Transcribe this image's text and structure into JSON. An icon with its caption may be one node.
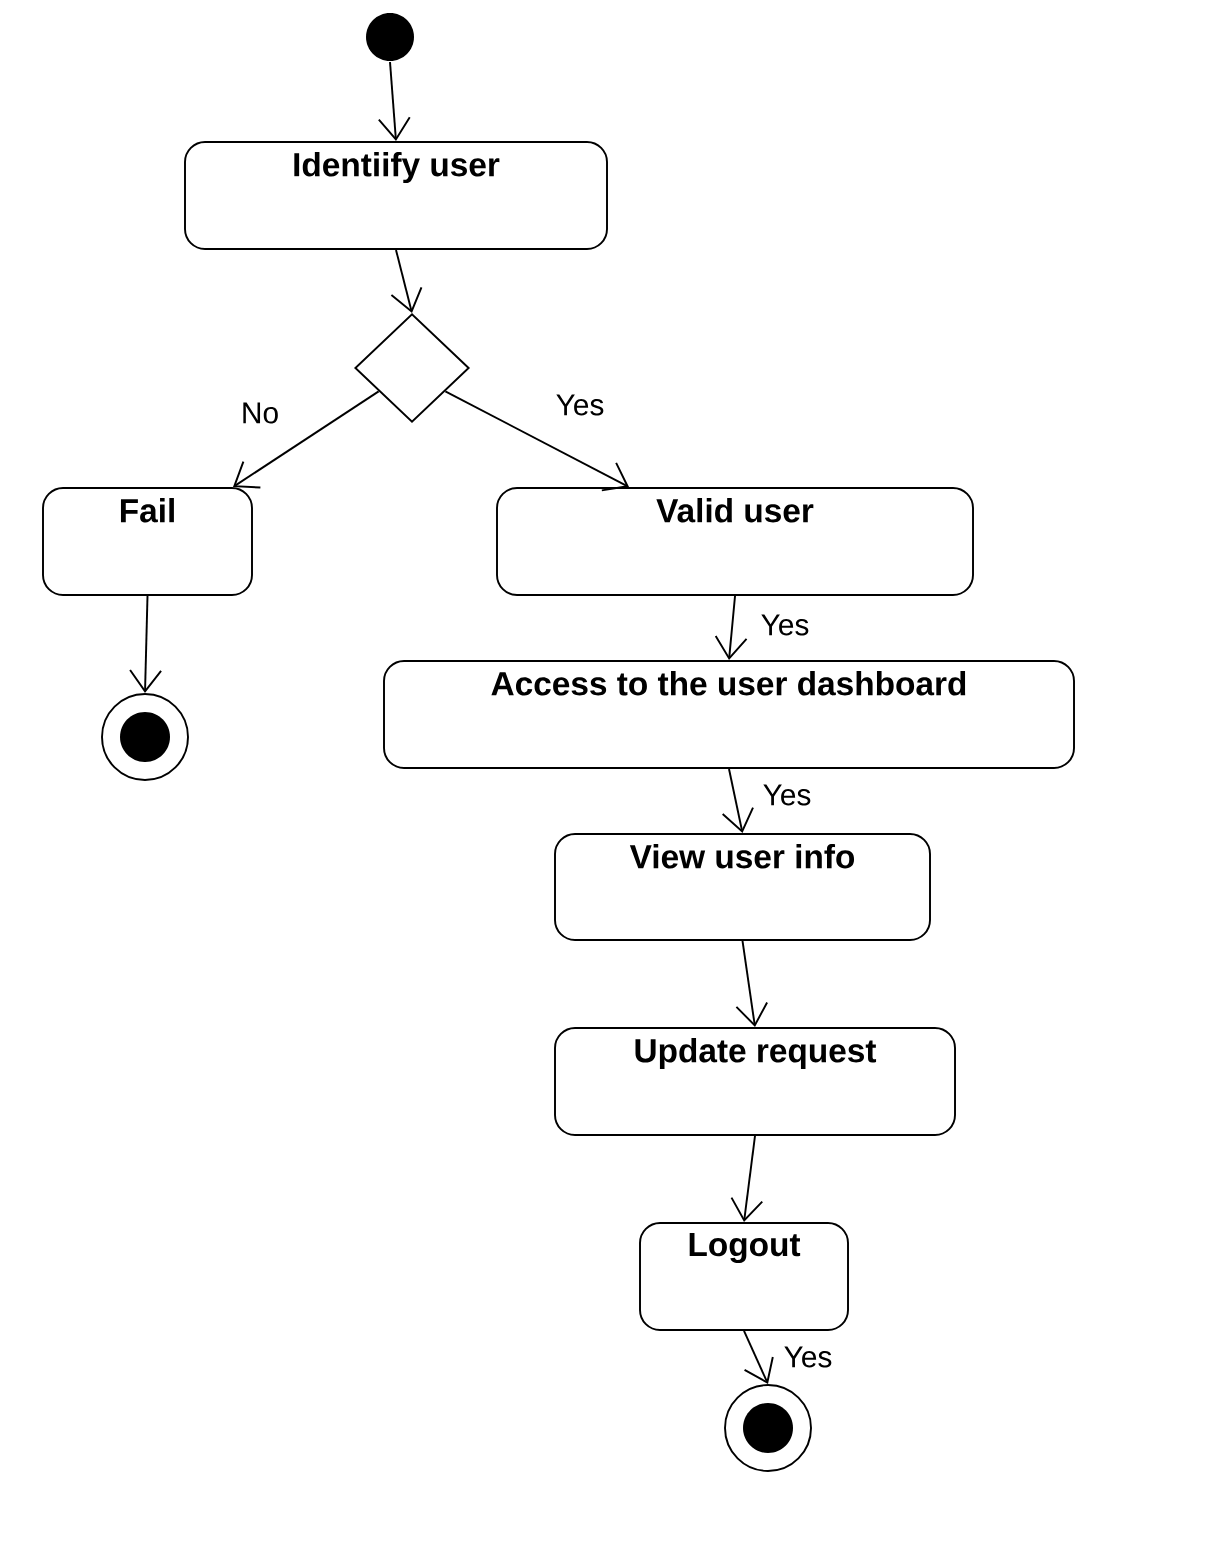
{
  "diagram": {
    "nodes": [
      {
        "text": [],
        "shape": "circle"
      },
      {
        "text": [
          "Identiify user"
        ]
      },
      {
        "text": [],
        "shape": "diamond"
      },
      {
        "text": [
          "Fail"
        ]
      },
      {
        "text": [
          "Valid user"
        ]
      },
      {
        "text": [],
        "shape": "bullseye"
      },
      {
        "text": [
          "Access to the user dashboard"
        ]
      },
      {
        "text": [
          "View user info"
        ]
      },
      {
        "text": [
          "Update request"
        ]
      },
      {
        "text": [
          "Logout"
        ]
      },
      {
        "text": [],
        "shape": "bullseye"
      }
    ],
    "edges": [
      {
        "from": 0,
        "to": 1,
        "arrow": "to"
      },
      {
        "from": 1,
        "to": 2,
        "arrow": "to"
      },
      {
        "from": 2,
        "to": 3,
        "arrow": "to",
        "label": "No"
      },
      {
        "from": 2,
        "to": 4,
        "arrow": "to",
        "label": "Yes"
      },
      {
        "from": 3,
        "to": 5,
        "arrow": "to"
      },
      {
        "from": 4,
        "to": 6,
        "arrow": "to",
        "label": "Yes"
      },
      {
        "from": 6,
        "to": 7,
        "arrow": "to",
        "label": "Yes"
      },
      {
        "from": 7,
        "to": 8,
        "arrow": "to"
      },
      {
        "from": 8,
        "to": 9,
        "arrow": "to"
      },
      {
        "from": 9,
        "to": 10,
        "arrow": "to",
        "label": "Yes"
      }
    ]
  }
}
